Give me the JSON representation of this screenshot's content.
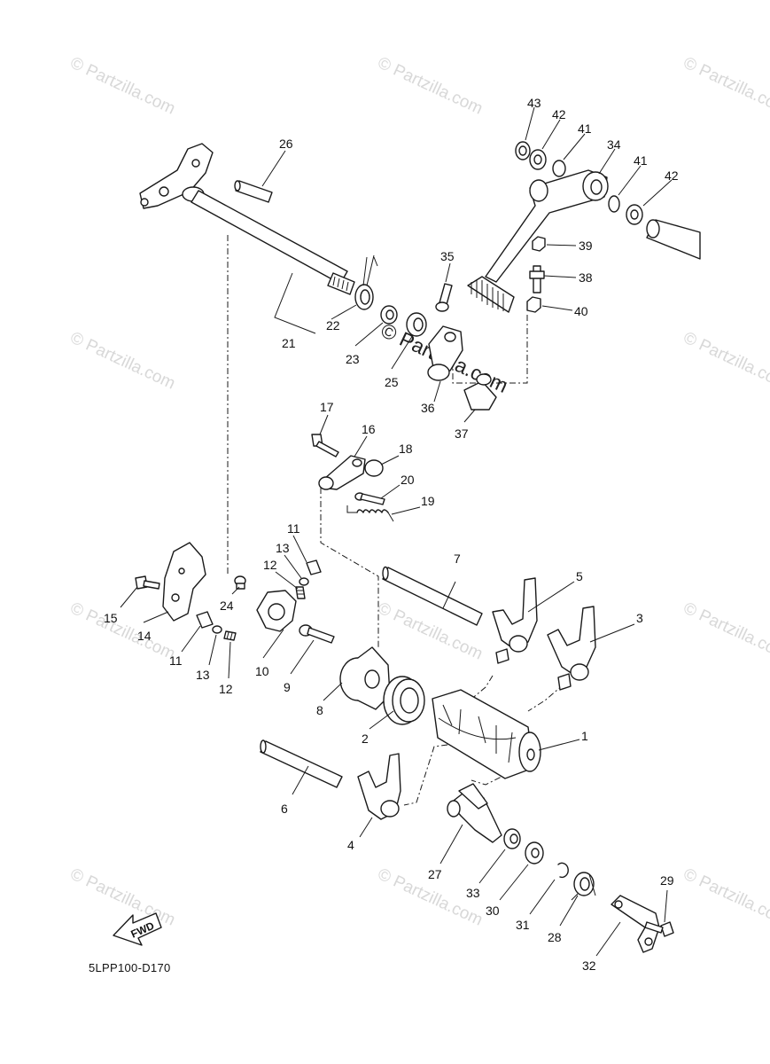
{
  "diagram_code": "5LPP100-D170",
  "watermark_text": "© Partzilla.com",
  "direction_arrow_label": "FWD",
  "callouts": [
    "1",
    "2",
    "3",
    "4",
    "5",
    "6",
    "7",
    "8",
    "9",
    "10",
    "11",
    "12",
    "13",
    "14",
    "15",
    "16",
    "17",
    "18",
    "19",
    "20",
    "21",
    "22",
    "23",
    "24",
    "25",
    "26",
    "27",
    "28",
    "29",
    "30",
    "31",
    "32",
    "33",
    "34",
    "35",
    "36",
    "37",
    "38",
    "39",
    "40",
    "41",
    "42",
    "43"
  ]
}
